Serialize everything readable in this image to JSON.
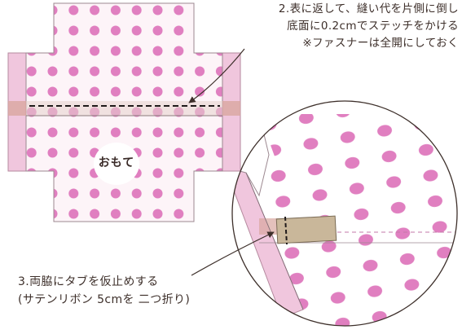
{
  "colors": {
    "fabric_pink": "#f2dde9",
    "dot_pink": "#e07fc0",
    "tab_beige": "#c9b79a",
    "text_brown": "#3d2f2a"
  },
  "notes": {
    "step2": {
      "line1": "2.表に返して、縫い代を片側に倒し",
      "line2": "底面に0.2cmでステッチをかける",
      "line3": "※ファスナーは全開にしておく"
    },
    "step3": {
      "line1": "3.両脇にタブを仮止めする",
      "line2": "(サテンリボン 5cmを 二つ折り)"
    }
  },
  "labels": {
    "omote": "おもて"
  }
}
